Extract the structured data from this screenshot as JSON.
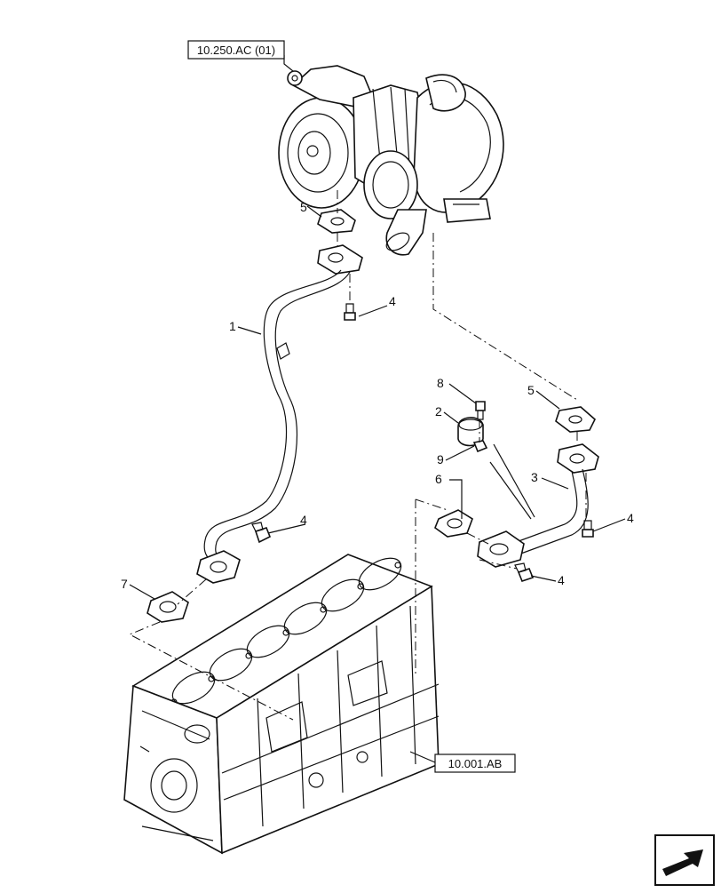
{
  "references": {
    "top": "10.250.AC (01)",
    "bottom": "10.001.AB"
  },
  "callouts": {
    "c1": "1",
    "c2": "2",
    "c3": "3",
    "c4a": "4",
    "c4b": "4",
    "c4c": "4",
    "c4d": "4",
    "c5a": "5",
    "c5b": "5",
    "c6": "6",
    "c7": "7",
    "c8": "8",
    "c9": "9"
  },
  "icons": {
    "turbo": "turbocharger-illustration",
    "block": "engine-block-illustration",
    "nav": "next-page-arrow-icon"
  }
}
